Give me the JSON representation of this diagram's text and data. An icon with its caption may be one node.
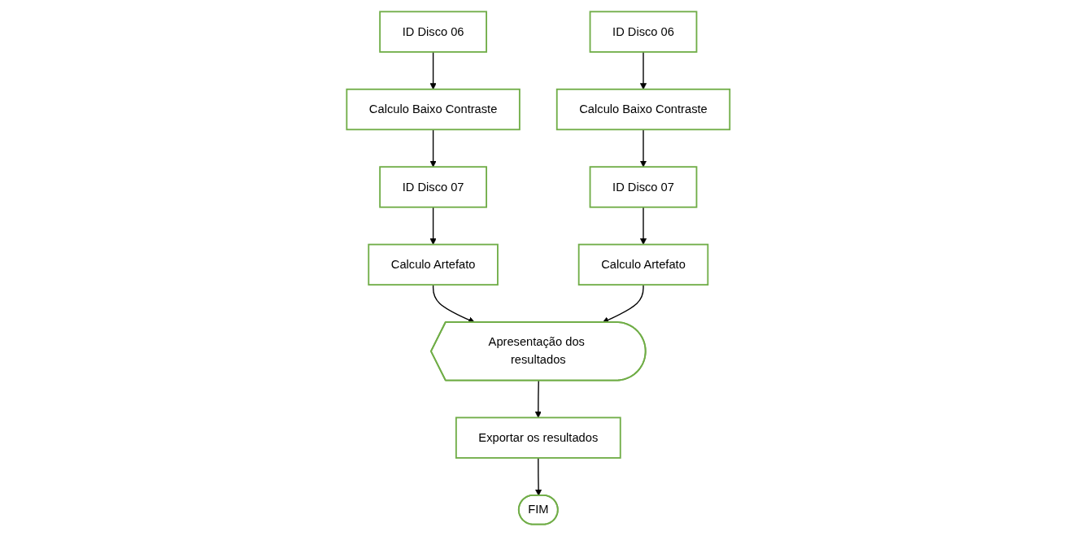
{
  "diagram": {
    "nodes": [
      {
        "text": [
          "ID Disco 06"
        ]
      },
      {
        "text": [
          "Calculo Baixo Contraste"
        ]
      },
      {
        "text": [
          "ID Disco 07"
        ]
      },
      {
        "text": [
          "Calculo Artefato"
        ]
      },
      {
        "text": [
          "ID Disco 06"
        ]
      },
      {
        "text": [
          "Calculo Baixo Contraste"
        ]
      },
      {
        "text": [
          "ID Disco 07"
        ]
      },
      {
        "text": [
          "Calculo Artefato"
        ]
      },
      {
        "text": [
          "Apresentação dos resultados"
        ]
      },
      {
        "text": [
          "Exportar os resultados"
        ]
      },
      {
        "text": [
          "FIM"
        ]
      }
    ],
    "edges": [
      {
        "from": 0,
        "to": 1,
        "arrow": "to"
      },
      {
        "from": 1,
        "to": 2,
        "arrow": "to"
      },
      {
        "from": 2,
        "to": 3,
        "arrow": "to"
      },
      {
        "from": 4,
        "to": 5,
        "arrow": "to"
      },
      {
        "from": 5,
        "to": 6,
        "arrow": "to"
      },
      {
        "from": 6,
        "to": 7,
        "arrow": "to"
      },
      {
        "from": 3,
        "to": 8,
        "arrow": "to"
      },
      {
        "from": 7,
        "to": 8,
        "arrow": "to"
      },
      {
        "from": 8,
        "to": 9,
        "arrow": "to"
      },
      {
        "from": 9,
        "to": 10,
        "arrow": "to"
      }
    ]
  }
}
